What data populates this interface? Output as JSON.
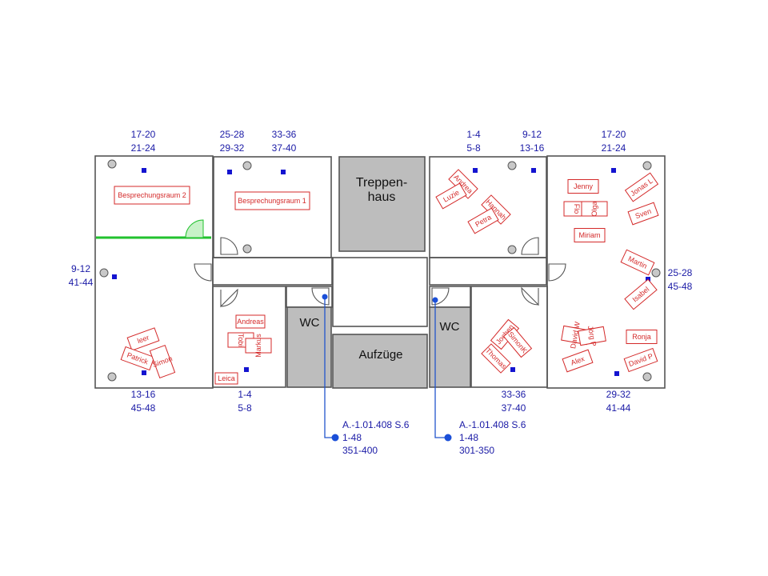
{
  "rooms": {
    "treppenhaus_line1": "Treppen-",
    "treppenhaus_line2": "haus",
    "aufzuege": "Aufzüge",
    "wc_left": "WC",
    "wc_right": "WC",
    "besprechung2": "Besprechungsraum 2",
    "besprechung1": "Besprechungsraum 1"
  },
  "port_labels": [
    {
      "id": "t1a",
      "text": "17-20"
    },
    {
      "id": "t1b",
      "text": "21-24"
    },
    {
      "id": "t2a",
      "text": "25-28"
    },
    {
      "id": "t2b",
      "text": "29-32"
    },
    {
      "id": "t3a",
      "text": "33-36"
    },
    {
      "id": "t3b",
      "text": "37-40"
    },
    {
      "id": "t4a",
      "text": "1-4"
    },
    {
      "id": "t4b",
      "text": "5-8"
    },
    {
      "id": "t5a",
      "text": "9-12"
    },
    {
      "id": "t5b",
      "text": "13-16"
    },
    {
      "id": "t6a",
      "text": "17-20"
    },
    {
      "id": "t6b",
      "text": "21-24"
    },
    {
      "id": "l1a",
      "text": "9-12"
    },
    {
      "id": "l1b",
      "text": "41-44"
    },
    {
      "id": "r1a",
      "text": "25-28"
    },
    {
      "id": "r1b",
      "text": "45-48"
    },
    {
      "id": "b1a",
      "text": "13-16"
    },
    {
      "id": "b1b",
      "text": "45-48"
    },
    {
      "id": "b2a",
      "text": "1-4"
    },
    {
      "id": "b2b",
      "text": "5-8"
    },
    {
      "id": "b3a",
      "text": "33-36"
    },
    {
      "id": "b3b",
      "text": "37-40"
    },
    {
      "id": "b4a",
      "text": "29-32"
    },
    {
      "id": "b4b",
      "text": "41-44"
    }
  ],
  "patch_panels": [
    {
      "id": "pl",
      "lines": [
        "A.-1.01.408 S.6",
        "1-48",
        "351-400"
      ]
    },
    {
      "id": "pr",
      "lines": [
        "A.-1.01.408 S.6",
        "1-48",
        "301-350"
      ]
    }
  ],
  "desks": [
    {
      "id": "d_leer",
      "text": "leer"
    },
    {
      "id": "d_patrick",
      "text": "Patrick"
    },
    {
      "id": "d_simon",
      "text": "Simon"
    },
    {
      "id": "d_andreas1",
      "text": "Andreas"
    },
    {
      "id": "d_tobi",
      "text": "Tobi"
    },
    {
      "id": "d_markus",
      "text": "Markus"
    },
    {
      "id": "d_leica",
      "text": "Leica"
    },
    {
      "id": "d_andrea",
      "text": "Andrea"
    },
    {
      "id": "d_luzie",
      "text": "Luzie"
    },
    {
      "id": "d_hannah",
      "text": "Hannah"
    },
    {
      "id": "d_petra",
      "text": "Petra"
    },
    {
      "id": "d_jochen",
      "text": "Jochen"
    },
    {
      "id": "d_simonk",
      "text": "SimonK"
    },
    {
      "id": "d_thomas",
      "text": "Thomas"
    },
    {
      "id": "d_jenny",
      "text": "Jenny"
    },
    {
      "id": "d_flo",
      "text": "Flo"
    },
    {
      "id": "d_olga",
      "text": "Olga"
    },
    {
      "id": "d_miriam",
      "text": "Miriam"
    },
    {
      "id": "d_jonasl",
      "text": "Jonas L"
    },
    {
      "id": "d_sven",
      "text": "Sven"
    },
    {
      "id": "d_martin",
      "text": "Martin"
    },
    {
      "id": "d_isabel",
      "text": "Isabel"
    },
    {
      "id": "d_davidw",
      "text": "David W"
    },
    {
      "id": "d_joerg",
      "text": "Jörg P"
    },
    {
      "id": "d_alex",
      "text": "Alex"
    },
    {
      "id": "d_ronja",
      "text": "Ronja"
    },
    {
      "id": "d_davidp",
      "text": "David P"
    }
  ],
  "colors": {
    "wall": "#555555",
    "grey_room": "#bdbdbd",
    "port": "#1414d0",
    "desk": "#d42a2a",
    "partition": "#22c22e",
    "cable": "#2255cc"
  }
}
